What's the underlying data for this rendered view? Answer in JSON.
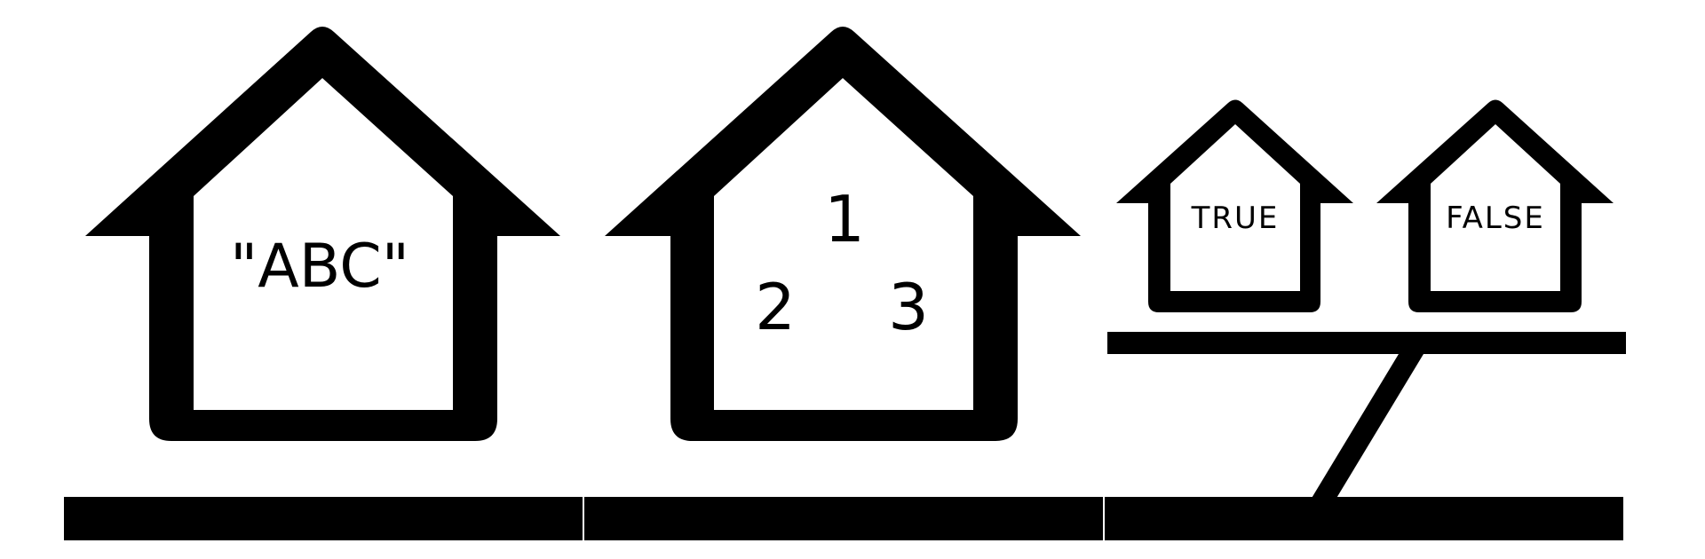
{
  "colors": {
    "ink": "#000000",
    "paper": "#ffffff"
  },
  "houses": {
    "string": {
      "text": "\"ABC\""
    },
    "numbers": {
      "values": [
        "1",
        "2",
        "3"
      ]
    },
    "boolean_true": {
      "text": "TRUE"
    },
    "boolean_false": {
      "text": "FALSE"
    }
  }
}
